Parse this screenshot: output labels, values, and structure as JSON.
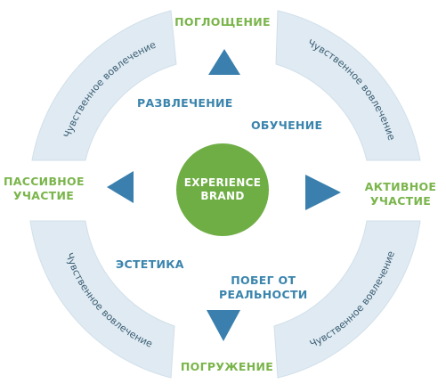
{
  "center": {
    "line1": "EXPERIENCE",
    "line2": "BRAND"
  },
  "axes": {
    "top": "ПОГЛОЩЕНИЕ",
    "bottom": "ПОГРУЖЕНИЕ",
    "left_line1": "ПАССИВНОЕ",
    "left_line2": "УЧАСТИЕ",
    "right_line1": "АКТИВНОЕ",
    "right_line2": "УЧАСТИЕ"
  },
  "quadrants": {
    "top_left": "РАЗВЛЕЧЕНИЕ",
    "top_right": "ОБУЧЕНИЕ",
    "bottom_left": "ЭСТЕТИКА",
    "bottom_right_line1": "ПОБЕГ ОТ",
    "bottom_right_line2": "РЕАЛЬНОСТИ"
  },
  "ring_labels": {
    "top_left": "Чувственное вовлечение",
    "top_right": "Чувственное вовлечение",
    "bottom_left": "Чувственное вовлечение",
    "bottom_right": "Чувственное вовлечение"
  },
  "colors": {
    "ring": "#dfeaf2",
    "ring_edge": "#d2e0ea",
    "center_circle": "#6fae45",
    "arrow": "#3a7fae",
    "axis_text": "#7ab54b",
    "quadrant_text": "#3a84ad"
  }
}
